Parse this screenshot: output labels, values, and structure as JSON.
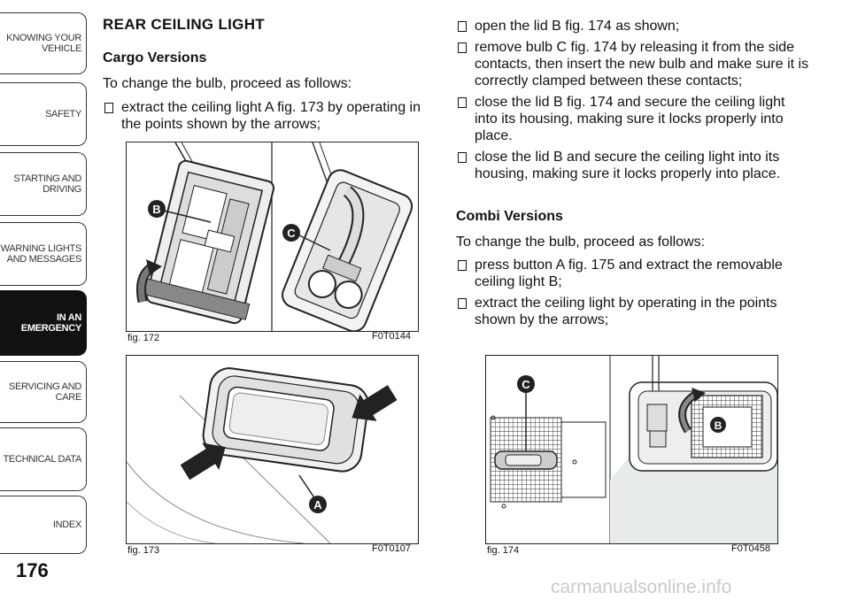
{
  "sidebar": {
    "tabs": [
      {
        "label": "KNOWING YOUR\nVEHICLE",
        "active": false
      },
      {
        "label": "SAFETY",
        "active": false
      },
      {
        "label": "STARTING AND\nDRIVING",
        "active": false
      },
      {
        "label": "WARNING LIGHTS\nAND MESSAGES",
        "active": false
      },
      {
        "label": "IN AN\nEMERGENCY",
        "active": true
      },
      {
        "label": "SERVICING AND\nCARE",
        "active": false
      },
      {
        "label": "TECHNICAL DATA",
        "active": false
      },
      {
        "label": "INDEX",
        "active": false
      }
    ],
    "page_number": "176"
  },
  "left": {
    "heading": "REAR CEILING LIGHT",
    "subheading": "Cargo Versions",
    "intro": "To change the bulb, proceed as follows:",
    "bullets": [
      "extract the ceiling light A fig. 173 by operating in the points shown by the arrows;"
    ]
  },
  "right": {
    "bullets": [
      "open the lid B fig. 174 as shown;",
      "remove bulb C fig. 174 by releasing it from the side contacts, then insert the new bulb and make sure it is correctly clamped between these contacts;",
      "close the lid B fig. 174 and secure the ceiling light into its housing, making sure it locks properly into place.",
      "close the lid B and secure the ceiling light into its housing, making sure it locks properly into place."
    ],
    "subheading": "Combi Versions",
    "intro": "To change the bulb, proceed as follows:",
    "bullets2": [
      "press button A fig. 175 and extract the removable ceiling light B;",
      "extract the ceiling light by operating in the points shown by the arrows;"
    ]
  },
  "figures": {
    "fig172": {
      "caption": "fig. 172",
      "code": "F0T0144",
      "labels": [
        "B",
        "C"
      ]
    },
    "fig173": {
      "caption": "fig. 173",
      "code": "F0T0107",
      "labels": [
        "A"
      ]
    },
    "fig174": {
      "caption": "fig. 174",
      "code": "F0T0458",
      "labels": [
        "C",
        "B"
      ]
    }
  },
  "watermark": "carmanualsonline.info"
}
